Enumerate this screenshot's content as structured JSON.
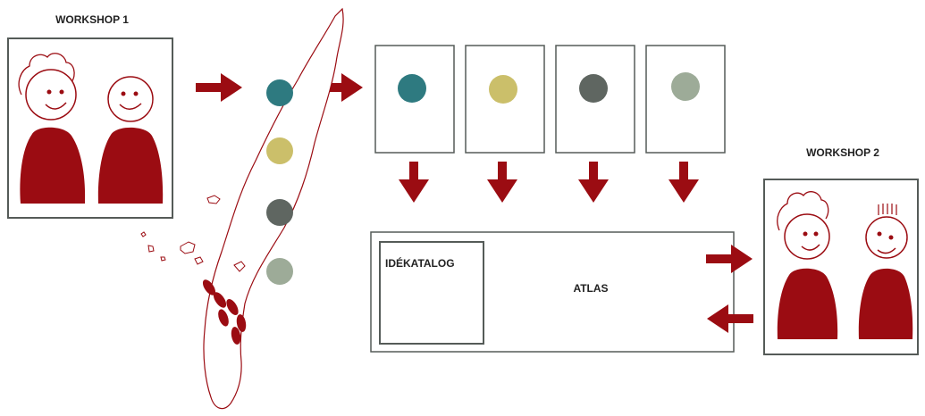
{
  "labels": {
    "workshop1": "WORKSHOP 1",
    "workshop2": "WORKSHOP 2",
    "idekatalog": "IDÉKATALOG",
    "atlas": "ATLAS"
  },
  "colors": {
    "accent_red": "#9b0c12",
    "box_border": "#555b58",
    "dot_teal": "#2e7a80",
    "dot_yellow": "#cbbf6a",
    "dot_dark": "#5f6661",
    "dot_sage": "#9dab98"
  },
  "icons": [
    "people-icon",
    "arrow-right-icon",
    "arrow-down-icon",
    "arrow-left-icon",
    "island-map-icon",
    "footprints-icon",
    "color-dot-icon"
  ]
}
